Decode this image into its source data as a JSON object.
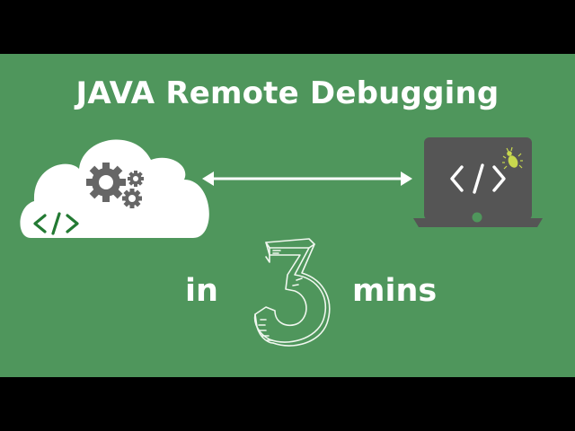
{
  "thumbnail": {
    "title": "JAVA Remote Debugging",
    "subtitle_prefix": "in",
    "number": "3",
    "subtitle_suffix": "mins"
  },
  "icons": {
    "left": "cloud-server-icon",
    "gears": "gears-icon",
    "cloud_code": "code-brackets-icon",
    "connector": "double-arrow-icon",
    "right": "laptop-icon",
    "laptop_code": "code-brackets-icon",
    "bug": "bug-icon"
  },
  "colors": {
    "background": "#4f965c",
    "letterbox": "#000000",
    "cloud": "#ffffff",
    "gears": "#666666",
    "cloud_code": "#237a33",
    "laptop": "#555555",
    "bug": "#c8d84e",
    "text": "#ffffff"
  }
}
